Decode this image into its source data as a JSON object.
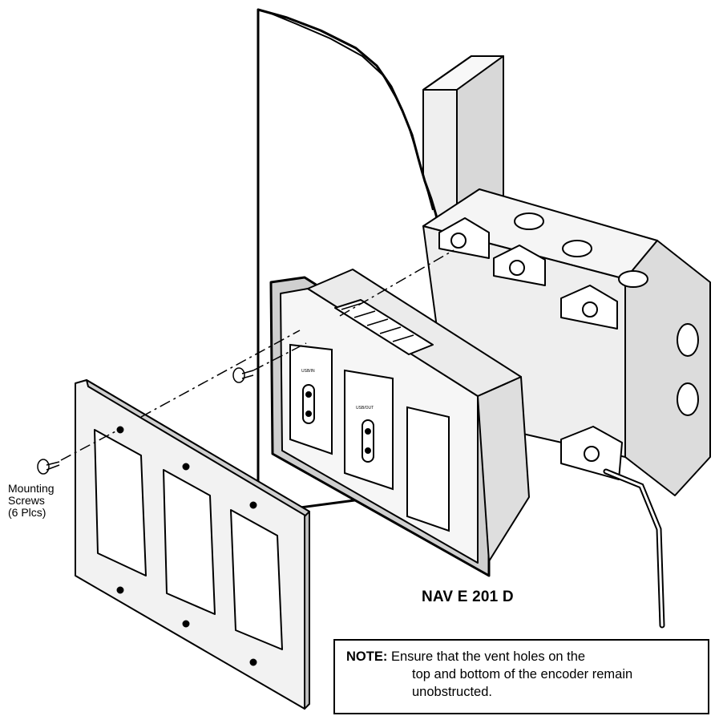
{
  "labels": {
    "screws_line1": "Mounting",
    "screws_line2": "Screws",
    "screws_line3": "(6 Plcs)",
    "product": "NAV E 201 D"
  },
  "note": {
    "heading": "NOTE:",
    "line1": "Ensure that the vent holes on the",
    "line2": "top and bottom of the encoder remain",
    "line3": "unobstructed."
  },
  "module_labels": {
    "module_a": "USB/IN",
    "module_b": "USB/OUT"
  },
  "colors": {
    "line": "#000000",
    "fill_light": "#f2f2f2",
    "fill_mid": "#dcdcdc",
    "fill_dark": "#bdbdbd"
  }
}
